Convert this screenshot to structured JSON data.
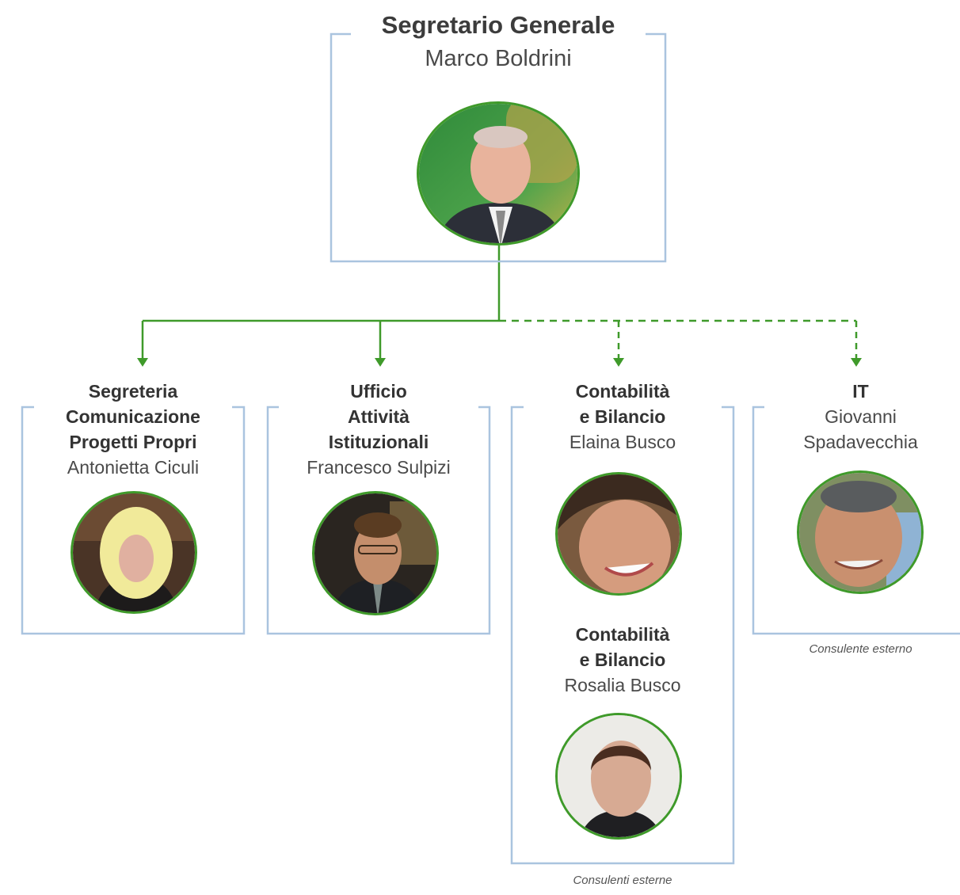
{
  "head": {
    "title": "Segretario Generale",
    "name": "Marco Boldrini",
    "photo_alt": "Marco Boldrini"
  },
  "units": [
    {
      "title_lines": [
        "Segreteria",
        "Comunicazione",
        "Progetti Propri"
      ],
      "name": "Antonietta Ciculi",
      "link": "solid"
    },
    {
      "title_lines": [
        "Ufficio",
        "Attività",
        "Istituzionali"
      ],
      "name": "Francesco Sulpizi",
      "link": "solid"
    },
    {
      "title_lines": [
        "Contabilità",
        "e Bilancio"
      ],
      "name": "Elaina Busco",
      "link": "dashed"
    },
    {
      "title_lines": [
        "IT"
      ],
      "name_lines": [
        "Giovanni",
        "Spadavecchia"
      ],
      "link": "dashed"
    }
  ],
  "unit3b": {
    "title_lines": [
      "Contabilità",
      "e Bilancio"
    ],
    "name": "Rosalia Busco"
  },
  "notes": {
    "it": "Consulente esterno",
    "contabilita": "Consulenti esterne"
  },
  "colors": {
    "line": "#3f9a2a",
    "box": "#aac4df"
  }
}
